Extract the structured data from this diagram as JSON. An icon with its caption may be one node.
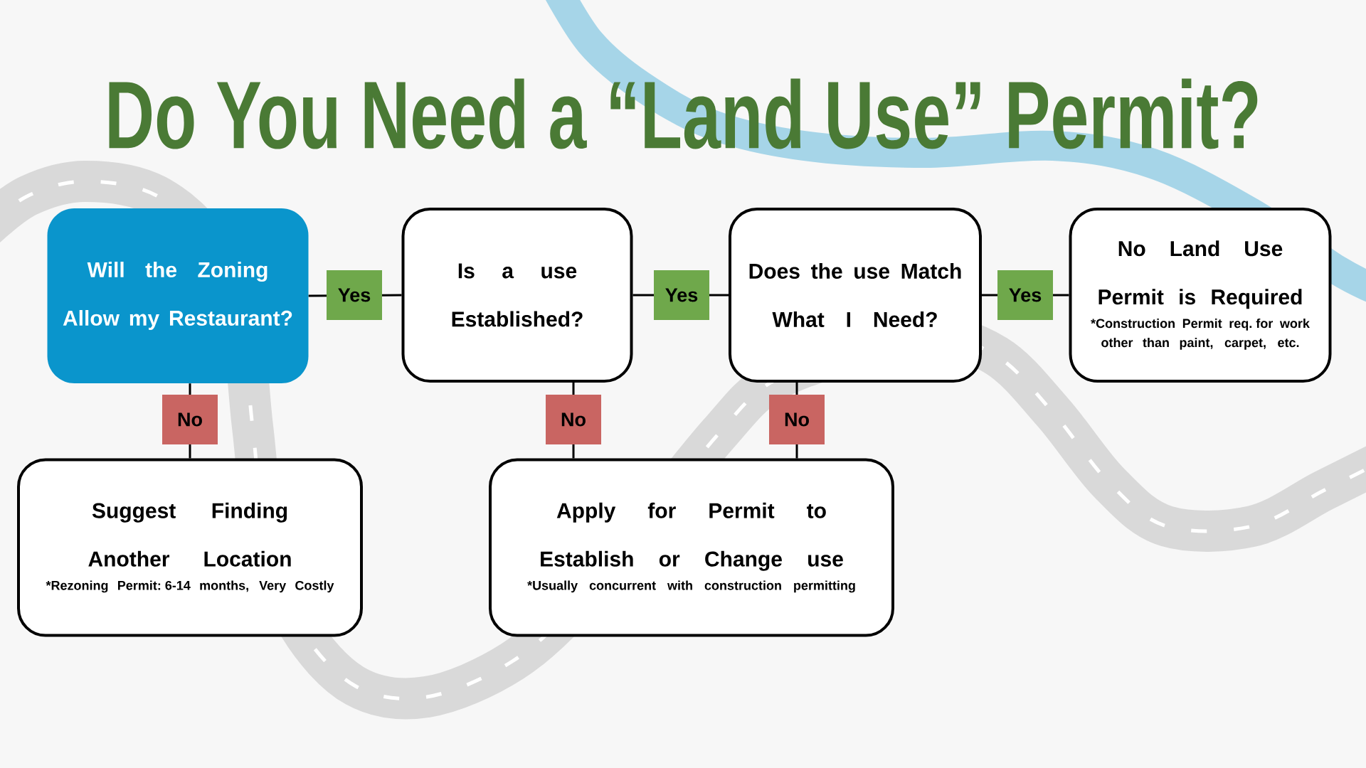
{
  "diagram": {
    "title": "Do You Need a “Land Use” Permit?",
    "nodes": [
      {
        "text": [
          "Will the Zoning Allow my Restaurant?"
        ]
      },
      {
        "text": [
          "Is a use Established?"
        ]
      },
      {
        "text": [
          "Does the use Match What I Need?"
        ]
      },
      {
        "text": [
          "No Land Use Permit is Required",
          "*Construction Permit req. for work other than paint, carpet, etc."
        ]
      },
      {
        "text": [
          "Suggest Finding Another Location",
          "*Rezoning Permit: 6-14 months, Very Costly"
        ]
      },
      {
        "text": [
          "Apply for Permit to Establish or Change use",
          "*Usually concurrent with construction permitting"
        ]
      }
    ],
    "edges": [
      {
        "from": 0,
        "to": 1,
        "arrow": "none",
        "label": "Yes"
      },
      {
        "from": 1,
        "to": 2,
        "arrow": "none",
        "label": "Yes"
      },
      {
        "from": 2,
        "to": 3,
        "arrow": "none",
        "label": "Yes"
      },
      {
        "from": 0,
        "to": 4,
        "arrow": "none",
        "label": "No"
      },
      {
        "from": 1,
        "to": 5,
        "arrow": "none",
        "label": "No"
      },
      {
        "from": 2,
        "to": 5,
        "arrow": "none",
        "label": "No"
      }
    ]
  }
}
